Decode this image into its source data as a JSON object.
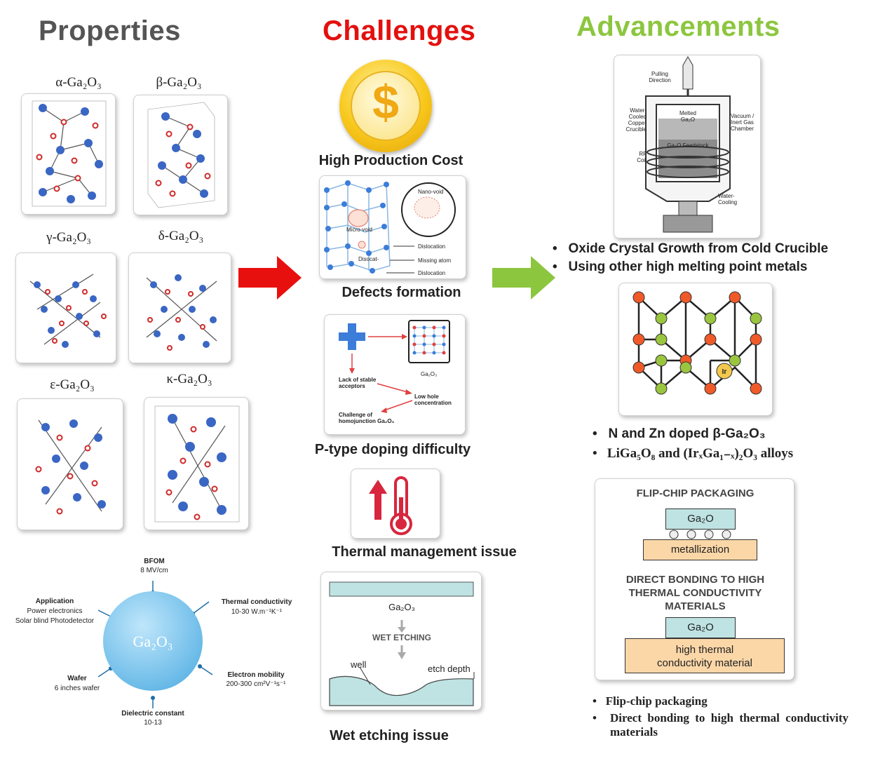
{
  "headers": {
    "properties": "Properties",
    "challenges": "Challenges",
    "advancements": "Advancements"
  },
  "colors": {
    "properties": "#555555",
    "challenges": "#e3100e",
    "advancements": "#8cc63f",
    "ga_atom": "#3a66c4",
    "o_atom": "#d02a2a"
  },
  "polymorphs": [
    "α-Ga₂O₃",
    "β-Ga₂O₃",
    "γ-Ga₂O₃",
    "δ-Ga₂O₃",
    "ε-Ga₂O₃",
    "κ-Ga₂O₃"
  ],
  "props_diagram": {
    "center": "Ga₂O₃",
    "bfom_title": "BFOM",
    "bfom_value": "8 MV/cm",
    "thermal_title": "Thermal conductivity",
    "thermal_value": "10-30 W.m⁻¹K⁻¹",
    "mobility_title": "Electron mobility",
    "mobility_value": "200-300 cm²V⁻¹s⁻¹",
    "dielectric_title": "Dielectric constant",
    "dielectric_value": "10-13",
    "wafer_title": "Wafer",
    "wafer_value": "6 inches wafer",
    "application_title": "Application",
    "application_value1": "Power electronics",
    "application_value2": "Solar blind Photodetector"
  },
  "challenges": {
    "cost": "High Production Cost",
    "cost_symbol": "$",
    "defects": "Defects formation",
    "defects_labels": {
      "nano_void": "Nano-void",
      "micro_void": "Micro-void",
      "dislocation": "Dislocation",
      "missing_atom": "Missing atom",
      "disocat": "Disocat-",
      "dislocation2": "Dislocation"
    },
    "ptype": "P-type doping difficulty",
    "ptype_labels": {
      "lack": "Lack of stable acceptors",
      "ga2o3": "Ga₂O₃",
      "low_hole": "Low hole concentration",
      "challenge": "Challenge of homojunction Ga₂O₃"
    },
    "thermal": "Thermal management issue",
    "wet": "Wet etching issue",
    "wet_labels": {
      "ga2o3": "Ga₂O₃",
      "step": "WET ETCHING",
      "well": "well",
      "depth": "etch depth"
    }
  },
  "advancements": {
    "crucible_labels": {
      "pulling": "Pulling Direction",
      "water_cooled": "Water-Cooled Copper Crucible",
      "melted": "Melted Ga₂O",
      "feedstock": "Ga₂O Feedstock",
      "rf": "RF Coil",
      "vacuum": "Vacuum / Inert Gas Chamber",
      "water_cooling": "Water-Cooling"
    },
    "bullets1": [
      "Oxide Crystal Growth from Cold Crucible",
      "Using other high melting point metals"
    ],
    "lattice_label": "Ir",
    "bullets2": [
      "N and Zn doped β-Ga₂O₃",
      "LiGa₅O₈ and (IrₓGa₁₋ₓ)₂O₃ alloys"
    ],
    "packaging": {
      "title": "FLIP-CHIP PACKAGING",
      "chip": "Ga₂O",
      "metal": "metallization",
      "direct": "DIRECT BONDING TO HIGH THERMAL CONDUCTIVITY MATERIALS",
      "chip2": "Ga₂O",
      "htc1": "high thermal",
      "htc2": "conductivity material"
    },
    "bullets3": [
      "Flip-chip packaging",
      "Direct bonding to high thermal conductivity materials"
    ]
  }
}
